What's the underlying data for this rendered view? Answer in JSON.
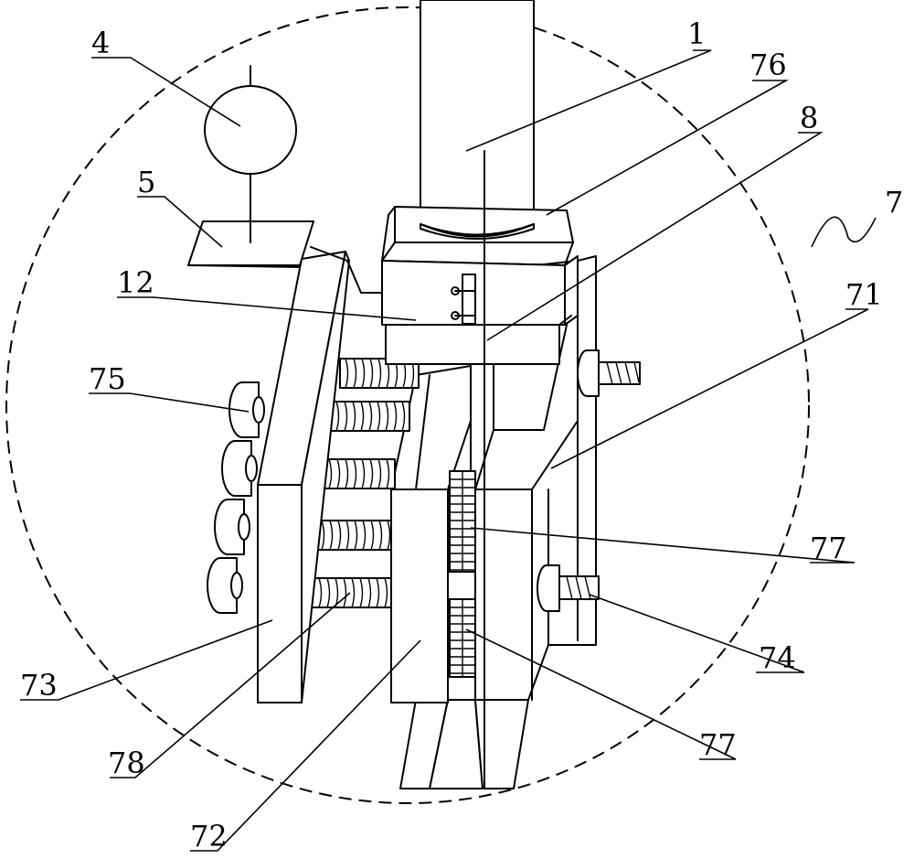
{
  "labels": {
    "l1": "1",
    "l4": "4",
    "l5": "5",
    "l7": "7",
    "l8": "8",
    "l12": "12",
    "l71": "71",
    "l72": "72",
    "l73": "73",
    "l74": "74",
    "l75": "75",
    "l76": "76",
    "l77a": "77",
    "l77b": "77",
    "l78": "78"
  },
  "colors": {
    "line": "#000000",
    "background": "#ffffff"
  }
}
